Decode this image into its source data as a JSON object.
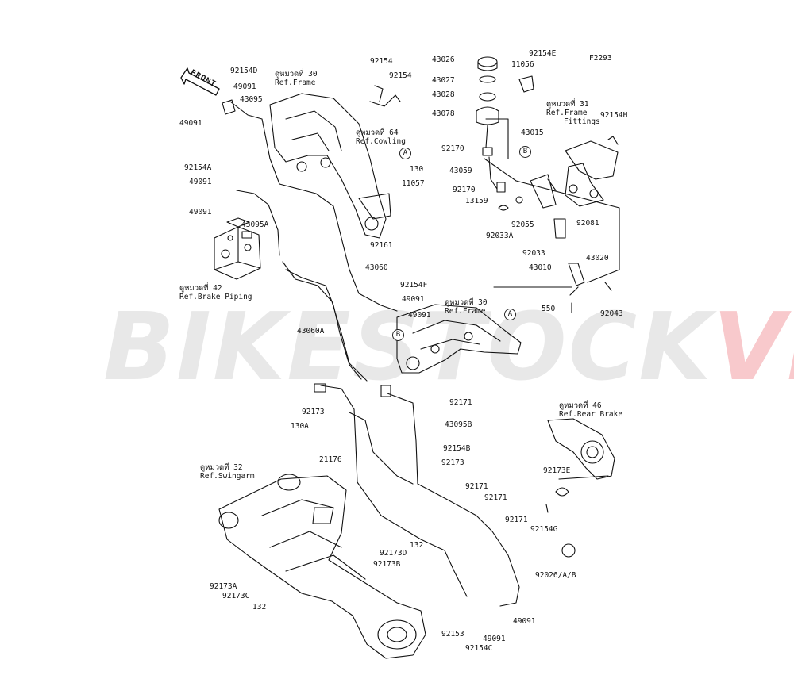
{
  "figure_code": "F2293",
  "watermark": {
    "part1": "BIKESTOCK",
    "part2": "VN"
  },
  "front_label": "FRONT",
  "refs": [
    {
      "id": "ref-frame-30-top",
      "line1": "ดูหมวดที่ 30",
      "line2": "Ref.Frame"
    },
    {
      "id": "ref-cowling-64",
      "line1": "ดูหมวดที่ 64",
      "line2": "Ref.Cowling"
    },
    {
      "id": "ref-frame-31",
      "line1": "ดูหมวดที่ 31",
      "line2": "Ref.Frame",
      "line3": "Fittings"
    },
    {
      "id": "ref-brake-piping-42",
      "line1": "ดูหมวดที่ 42",
      "line2": "Ref.Brake Piping"
    },
    {
      "id": "ref-frame-30-mid",
      "line1": "ดูหมวดที่ 30",
      "line2": "Ref.Frame"
    },
    {
      "id": "ref-rear-brake-46",
      "line1": "ดูหมวดที่ 46",
      "line2": "Ref.Rear Brake"
    },
    {
      "id": "ref-swingarm-32",
      "line1": "ดูหมวดที่ 32",
      "line2": "Ref.Swingarm"
    }
  ],
  "callouts": {
    "a": "A",
    "b": "B"
  },
  "parts": [
    "92154D",
    "49091",
    "43095",
    "49091",
    "92154A",
    "49091",
    "49091",
    "43095A",
    "92154",
    "92154",
    "130",
    "11057",
    "92161",
    "43060",
    "92154F",
    "49091",
    "49091",
    "43060A",
    "43026",
    "43027",
    "43028",
    "43078",
    "92170",
    "43059",
    "92170",
    "13159",
    "92033A",
    "92055",
    "92154E",
    "11056",
    "43015",
    "92154H",
    "92081",
    "92033",
    "43020",
    "43010",
    "550",
    "92043",
    "92171",
    "43095B",
    "92173",
    "130A",
    "21176",
    "92154B",
    "92173",
    "92171",
    "92171",
    "92171",
    "92173E",
    "92154G",
    "92026/A/B",
    "132",
    "92173D",
    "92173B",
    "92173A",
    "92173C",
    "132",
    "92153",
    "49091",
    "92154C",
    "49091"
  ]
}
